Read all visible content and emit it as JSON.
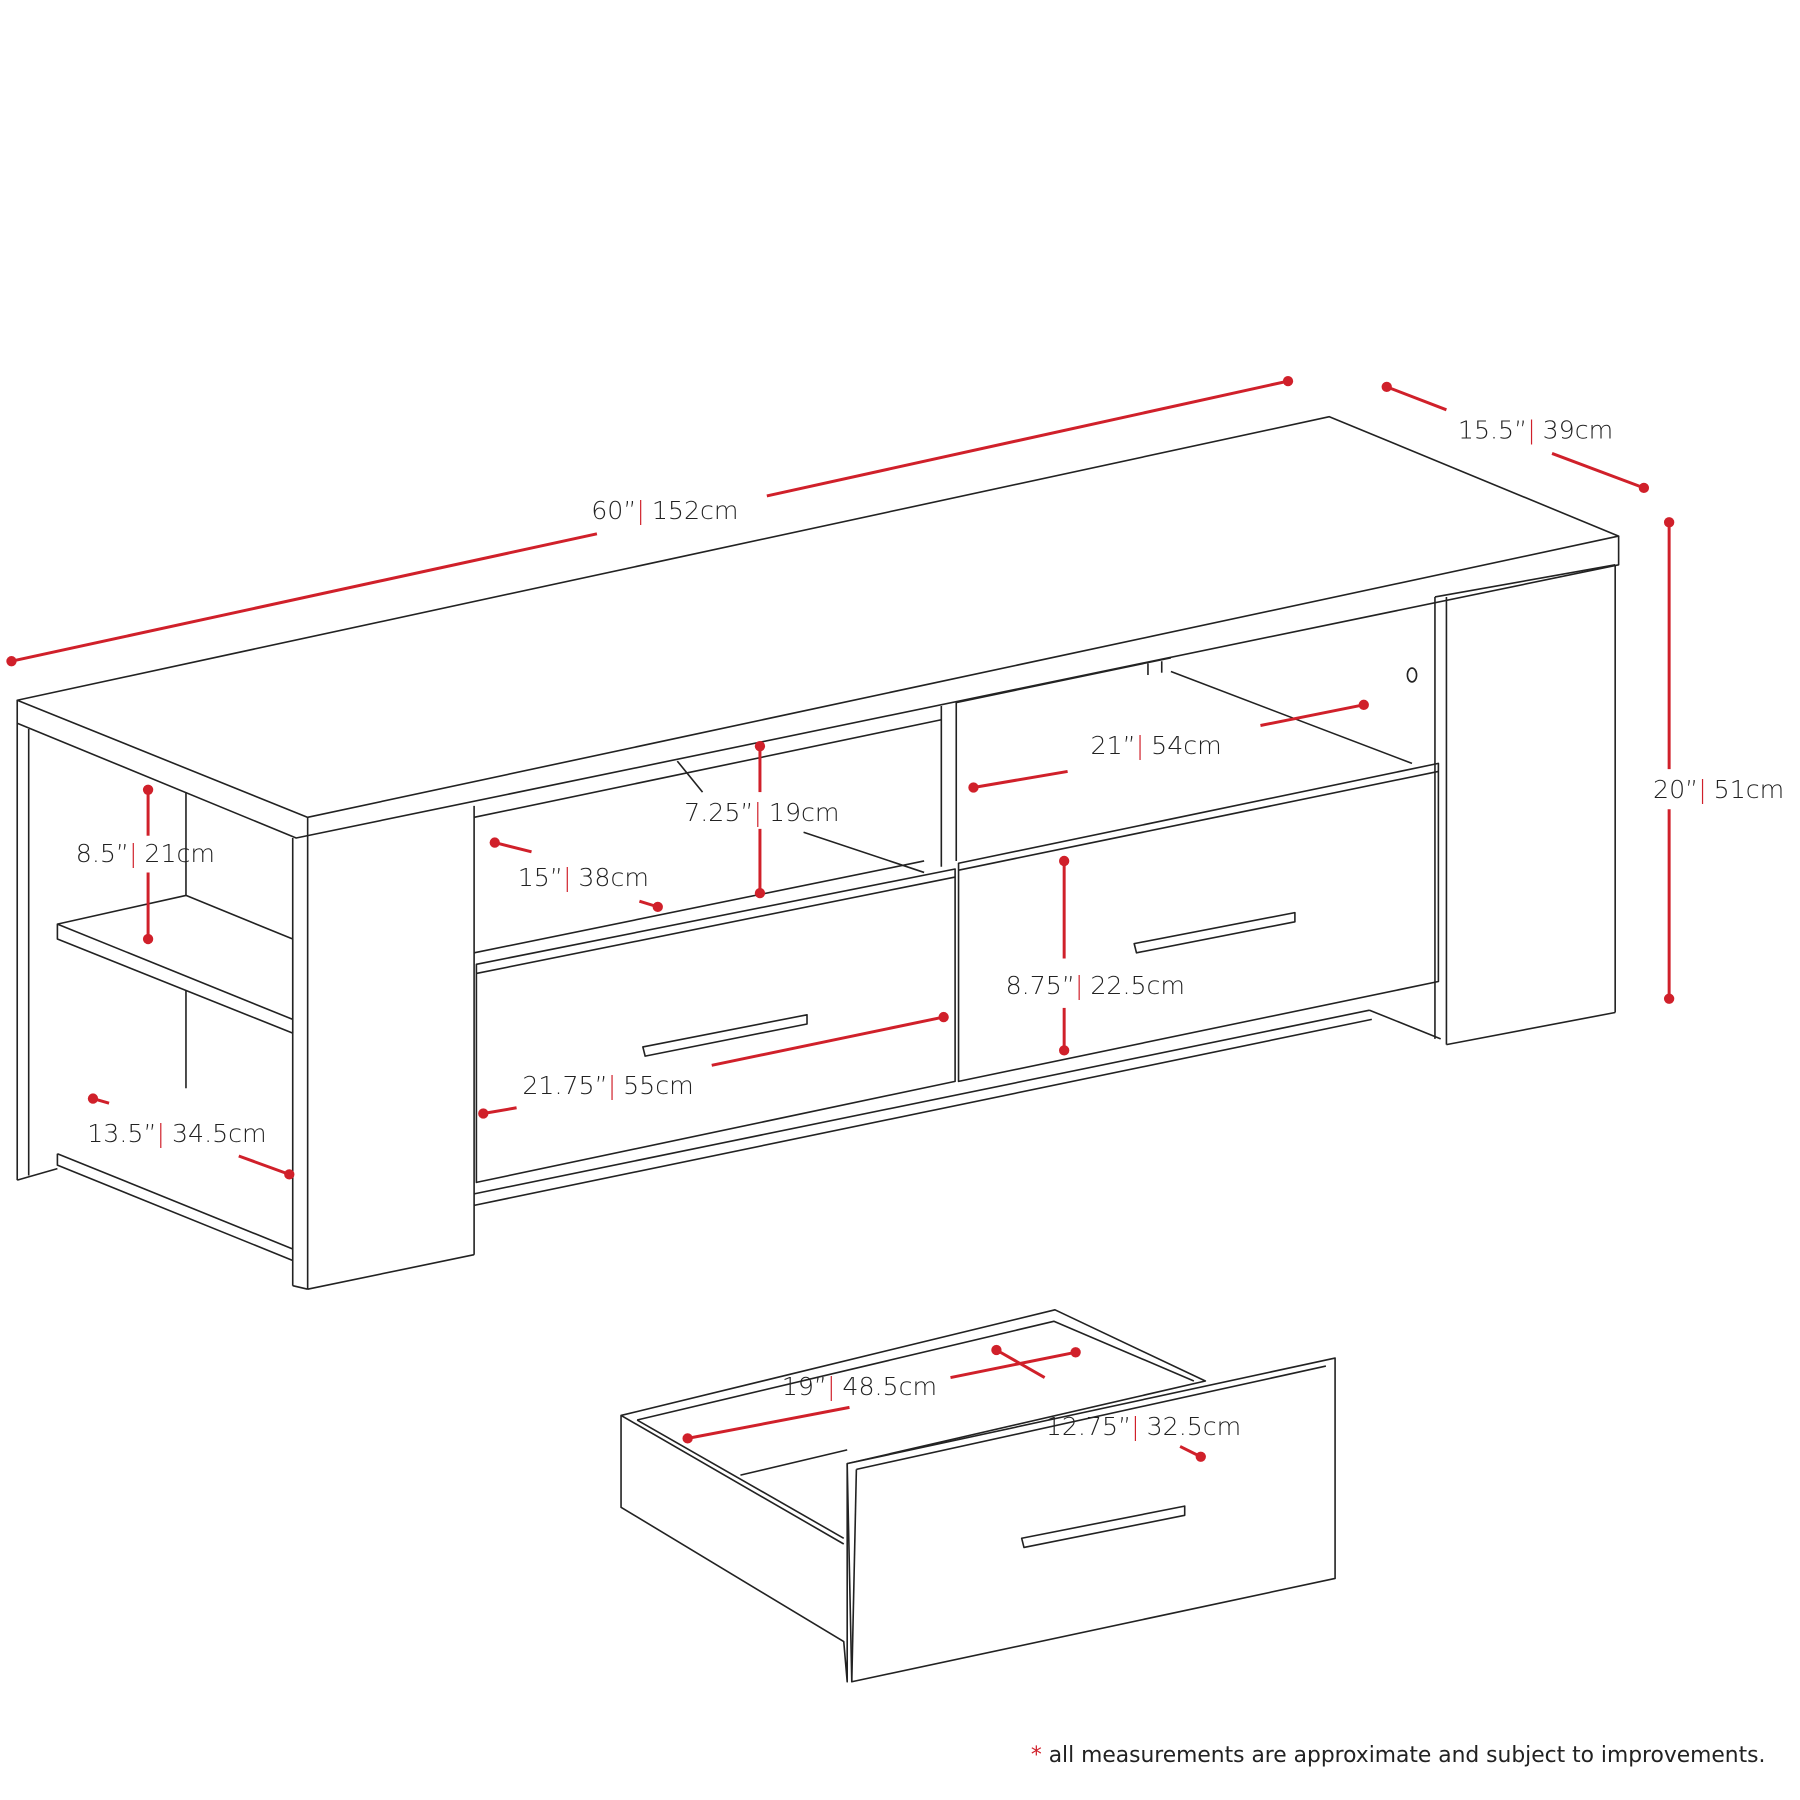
{
  "dimensions": {
    "overall_width": {
      "in": "60”",
      "sep": "|",
      "cm": "152cm"
    },
    "overall_depth": {
      "in": "15.5”",
      "sep": "|",
      "cm": "39cm"
    },
    "overall_height": {
      "in": "20”",
      "sep": "|",
      "cm": "51cm"
    },
    "side_shelf_height": {
      "in": "8.5”",
      "sep": "|",
      "cm": "21cm"
    },
    "side_shelf_depth": {
      "in": "13.5”",
      "sep": "|",
      "cm": "34.5cm"
    },
    "open_cubby_height": {
      "in": "7.25”",
      "sep": "|",
      "cm": "19cm"
    },
    "open_cubby_depth": {
      "in": "15”",
      "sep": "|",
      "cm": "38cm"
    },
    "open_cubby_width": {
      "in": "21”",
      "sep": "|",
      "cm": "54cm"
    },
    "drawer_front_height": {
      "in": "8.75”",
      "sep": "|",
      "cm": "22.5cm"
    },
    "drawer_front_width": {
      "in": "21.75”",
      "sep": "|",
      "cm": "55cm"
    },
    "drawer_inner_width": {
      "in": "19”",
      "sep": "|",
      "cm": "48.5cm"
    },
    "drawer_inner_depth": {
      "in": "12.75”",
      "sep": "|",
      "cm": "32.5cm"
    }
  },
  "footnote": {
    "marker": "*",
    "text": " all measurements are approximate and subject to improvements."
  },
  "colors": {
    "accent": "#d0202a",
    "line": "#222222"
  }
}
